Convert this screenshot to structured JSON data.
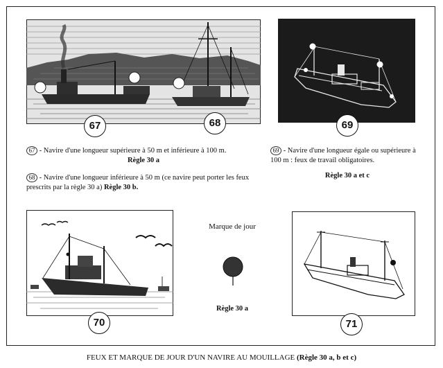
{
  "figures": {
    "fig67": "67",
    "fig68": "68",
    "fig69": "69",
    "fig70": "70",
    "fig71": "71"
  },
  "desc67": {
    "ref": "67",
    "text": "- Navire d'une longueur supérieure à 50 m et inférieure à 100 m.",
    "rule": "Règle 30 a"
  },
  "desc68": {
    "ref": "68",
    "text": "- Navire d'une longueur inférieure à 50 m (ce navire peut porter les feux prescrits par la règle 30 a)",
    "rule": "Règle 30 b."
  },
  "desc69": {
    "ref": "69",
    "text": "- Navire d'une longueur égale ou supérieure à 100 m : feux de travail obligatoires.",
    "rule": "Règle 30 a et c"
  },
  "dayshape": {
    "title": "Marque de jour",
    "rule": "Règle 30 a"
  },
  "caption": {
    "text": "FEUX ET MARQUE DE JOUR D'UN NAVIRE AU MOUILLAGE",
    "rule": "(Règle 30 a, b et c)"
  }
}
